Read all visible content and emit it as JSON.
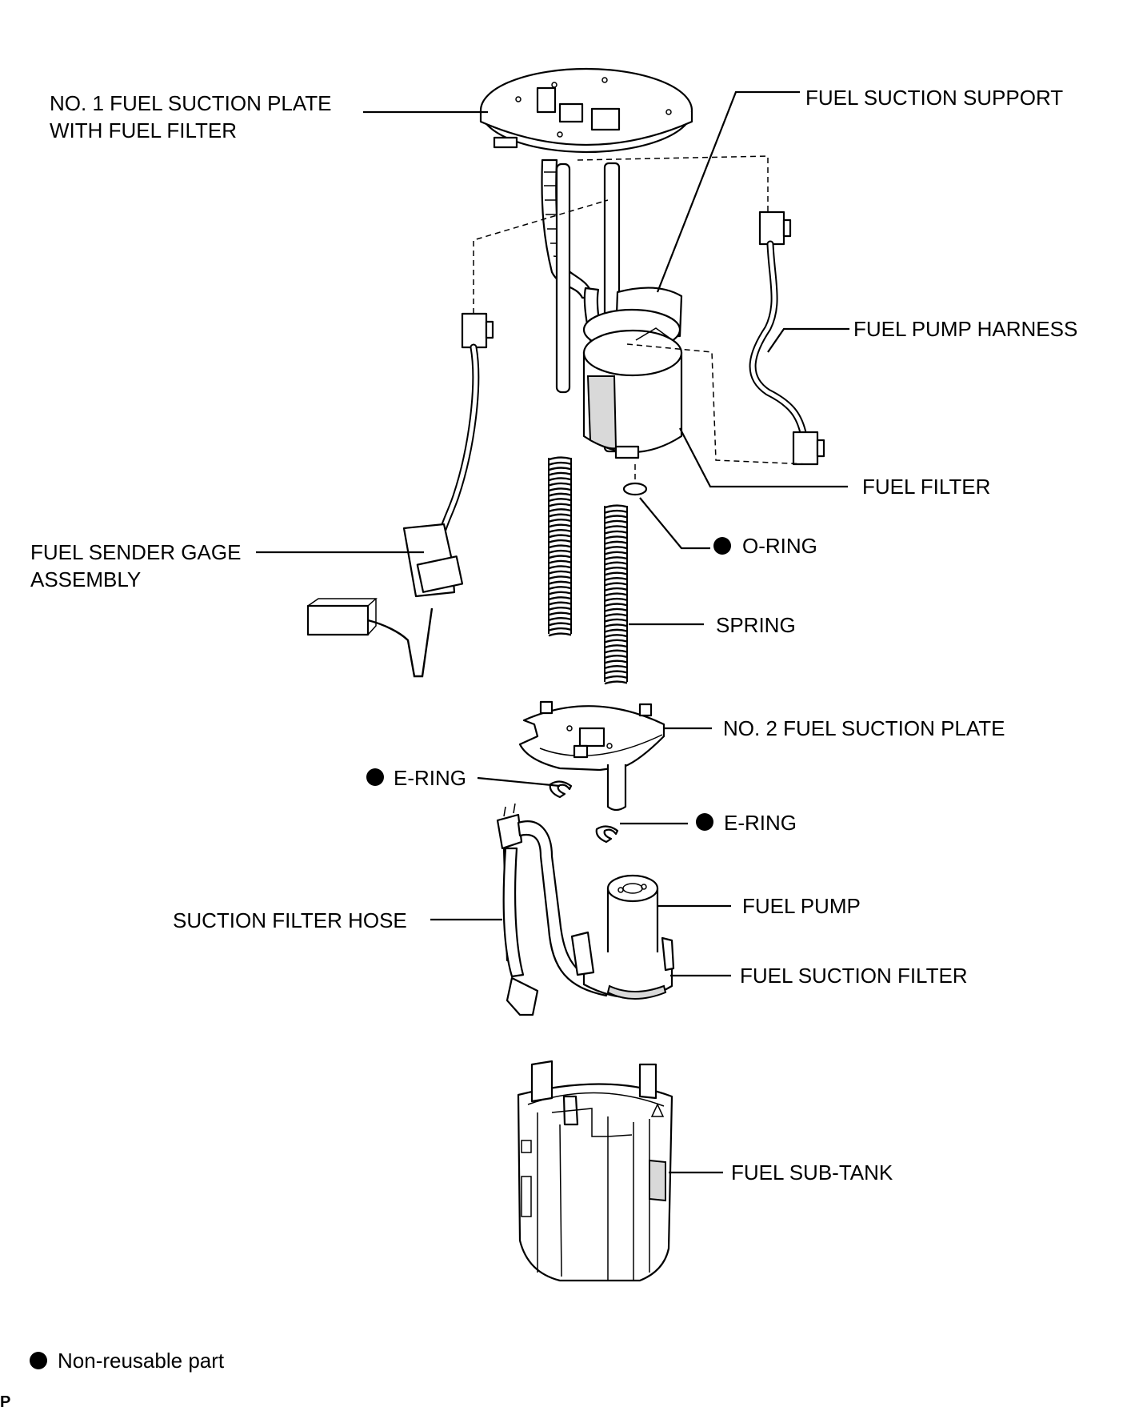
{
  "labels": {
    "no1_plate_line1": "NO. 1 FUEL SUCTION PLATE",
    "no1_plate_line2": "WITH FUEL FILTER",
    "suction_support": "FUEL SUCTION SUPPORT",
    "pump_harness": "FUEL PUMP HARNESS",
    "fuel_filter": "FUEL FILTER",
    "o_ring": "O-RING",
    "sender_line1": "FUEL SENDER GAGE",
    "sender_line2": "ASSEMBLY",
    "spring": "SPRING",
    "no2_plate": "NO. 2 FUEL SUCTION PLATE",
    "e_ring_left": "E-RING",
    "e_ring_right": "E-RING",
    "suction_hose": "SUCTION FILTER HOSE",
    "fuel_pump": "FUEL PUMP",
    "suction_filter": "FUEL SUCTION FILTER",
    "sub_tank": "FUEL SUB-TANK"
  },
  "legend": {
    "text": "Non-reusable part"
  },
  "corner_mark": "P"
}
